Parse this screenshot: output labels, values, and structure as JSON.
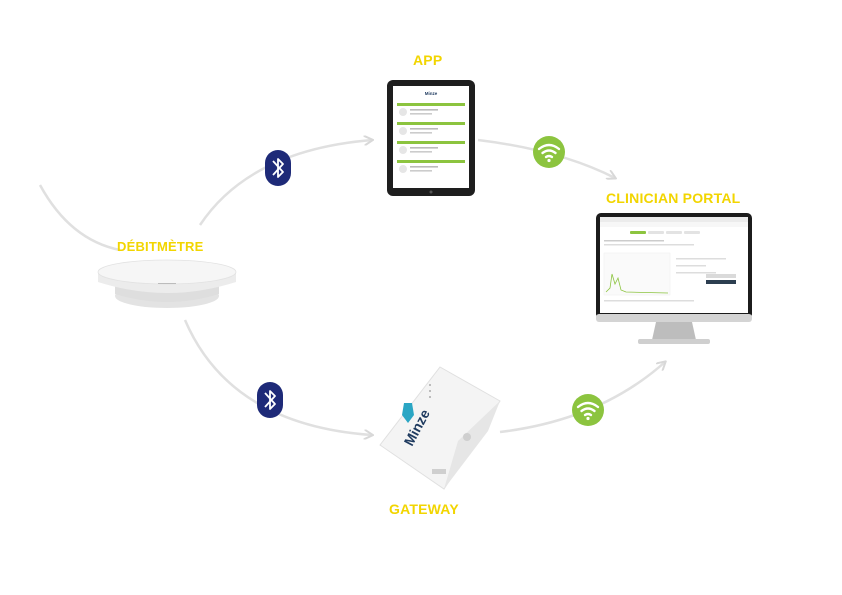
{
  "labels": {
    "app": "APP",
    "portal": "CLINICIAN PORTAL",
    "flowmeter": "DÉBITMÈTRE",
    "gateway": "GATEWAY"
  },
  "gateway_brand": "Minze",
  "app_brand": "Minze",
  "colors": {
    "label": "#f2d500",
    "bluetooth": "#1e2a78",
    "wifi": "#8cc43f",
    "connector": "#dcdcdc"
  },
  "icons": [
    "bluetooth-icon",
    "wifi-icon"
  ]
}
